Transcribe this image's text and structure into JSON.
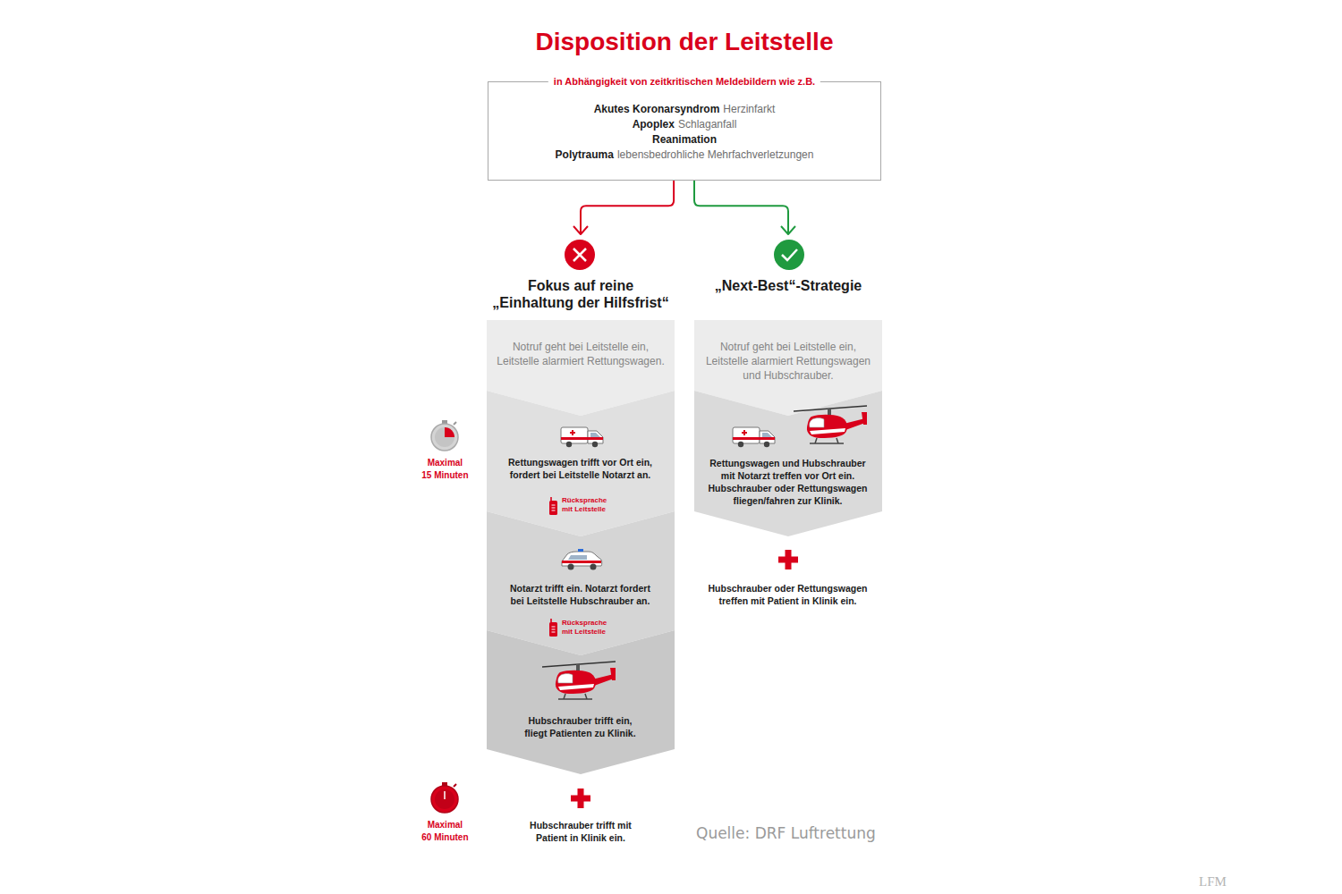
{
  "diagram": {
    "title": "Disposition der Leitstelle",
    "nodes": [
      {
        "text": [
          "in Abhängigkeit von zeitkritischen Meldebildern wie z.B.",
          "Akutes Koronarsyndrom",
          "Herzinfarkt",
          "Apoplex",
          "Schlaganfall",
          "Reanimation",
          "Polytrauma",
          "lebensbedrohliche Mehrfachverletzungen"
        ]
      },
      {
        "text": [
          "Fokus auf reine „Einhaltung der Hilfsfrist“"
        ]
      },
      {
        "text": [
          "Notruf geht bei Leitstelle ein, Leitstelle alarmiert Rettungswagen."
        ],
        "in": 1
      },
      {
        "text": [
          "Rettungswagen trifft vor Ort ein, fordert bei Leitstelle Notarzt an.",
          "Rücksprache mit Leitstelle"
        ],
        "in": 1
      },
      {
        "text": [
          "Notarzt trifft ein. Notarzt fordert bei Leitstelle Hubschrauber an.",
          "Rücksprache mit Leitstelle"
        ],
        "in": 1
      },
      {
        "text": [
          "Hubschrauber trifft ein, fliegt Patienten zu Klinik."
        ],
        "in": 1
      },
      {
        "text": [
          "„Next-Best“-Strategie"
        ]
      },
      {
        "text": [
          "Notruf geht bei Leitstelle ein, Leitstelle alarmiert Rettungswagen und Hubschrauber."
        ],
        "in": 6
      },
      {
        "text": [
          "Rettungswagen und Hubschrauber mit Notarzt treffen vor Ort ein. Hubschrauber oder Rettungswagen fliegen/fahren zur Klinik."
        ],
        "in": 6
      }
    ],
    "edges": [
      {
        "from": 0,
        "to": 1,
        "arrow": "to"
      },
      {
        "from": 0,
        "to": 6,
        "arrow": "to"
      }
    ],
    "labels": [
      "Maximal 15 Minuten",
      "Maximal 60 Minuten",
      "Hubschrauber trifft mit Patient in Klinik ein.",
      "Hubschrauber oder Rettungswagen treffen mit Patient in Klinik ein.",
      "Quelle: DRF Luftrettung",
      "LFM"
    ]
  }
}
